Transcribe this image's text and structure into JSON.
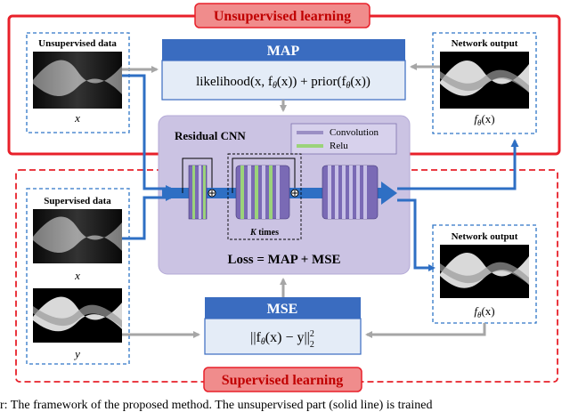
{
  "unsupervised_section": {
    "title": "Unsupervised learning",
    "color": "#e8202a",
    "tab_fill": "#f08c8c"
  },
  "supervised_section": {
    "title": "Supervised learning",
    "color": "#e8202a",
    "tab_fill": "#f08c8c"
  },
  "unsupervised_data": {
    "title": "Unsupervised data",
    "var": "x"
  },
  "supervised_data": {
    "title": "Supervised data",
    "var_x": "x",
    "var_y": "y"
  },
  "network_output_top": {
    "title": "Network output",
    "var": "f",
    "sub": "θ",
    "arg": "(x)"
  },
  "network_output_bottom": {
    "title": "Network output",
    "var": "f",
    "sub": "θ",
    "arg": "(x)"
  },
  "map_box": {
    "title": "MAP",
    "formula": {
      "p1": "likelihood",
      "p2": "(x, f",
      "sub1": "θ",
      "p3": "(x)) + prior",
      "p4": "(f",
      "sub2": "θ",
      "p5": "(x))"
    }
  },
  "mse_box": {
    "title": "MSE",
    "formula": {
      "p1": "||f",
      "sub": "θ",
      "p2": "(x) − y||",
      "sup": "2",
      "sub2": "2"
    }
  },
  "residual_cnn": {
    "title": "Residual CNN",
    "legend": [
      {
        "label": "Convolution",
        "color": "#9b8fc4"
      },
      {
        "label": "Relu",
        "color": "#9bd37a"
      }
    ],
    "k_times": "K times",
    "loss": "Loss = MAP + MSE",
    "fill": "#cbc3e3"
  },
  "caption": "r: The framework of the proposed method. The unsupervised part (solid line) is trained",
  "colors": {
    "blue_box": "#3a6cc0",
    "formula_fill": "#e4ecf7",
    "arrow_gray": "#a6a6a6",
    "arrow_blue": "#2e6fc4",
    "dashed_blue": "#2e75c6"
  }
}
